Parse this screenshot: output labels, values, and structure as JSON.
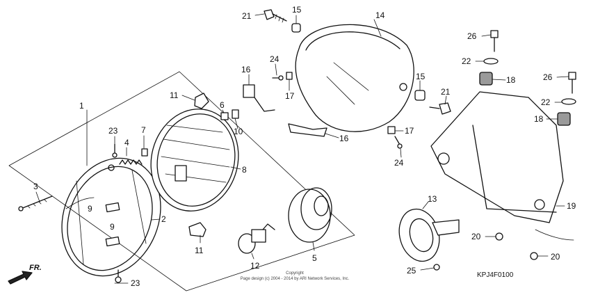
{
  "diagram": {
    "code": "KPJ4F0100",
    "copyright_line1": "Copyright",
    "copyright_line2": "Page design (c) 2004 - 2014 by ARI Network Services, Inc.",
    "front_arrow": "FR.",
    "callouts": [
      {
        "id": "c1",
        "text": "1"
      },
      {
        "id": "c2",
        "text": "2"
      },
      {
        "id": "c3",
        "text": "3"
      },
      {
        "id": "c4",
        "text": "4"
      },
      {
        "id": "c5",
        "text": "5"
      },
      {
        "id": "c6",
        "text": "6"
      },
      {
        "id": "c7",
        "text": "7"
      },
      {
        "id": "c8",
        "text": "8"
      },
      {
        "id": "c9a",
        "text": "9"
      },
      {
        "id": "c9b",
        "text": "9"
      },
      {
        "id": "c10",
        "text": "10"
      },
      {
        "id": "c11a",
        "text": "11"
      },
      {
        "id": "c11b",
        "text": "11"
      },
      {
        "id": "c12",
        "text": "12"
      },
      {
        "id": "c13",
        "text": "13"
      },
      {
        "id": "c14",
        "text": "14"
      },
      {
        "id": "c15a",
        "text": "15"
      },
      {
        "id": "c15b",
        "text": "15"
      },
      {
        "id": "c16a",
        "text": "16"
      },
      {
        "id": "c16b",
        "text": "16"
      },
      {
        "id": "c17a",
        "text": "17"
      },
      {
        "id": "c17b",
        "text": "17"
      },
      {
        "id": "c18a",
        "text": "18"
      },
      {
        "id": "c18b",
        "text": "18"
      },
      {
        "id": "c19",
        "text": "19"
      },
      {
        "id": "c20a",
        "text": "20"
      },
      {
        "id": "c20b",
        "text": "20"
      },
      {
        "id": "c21a",
        "text": "21"
      },
      {
        "id": "c21b",
        "text": "21"
      },
      {
        "id": "c22a",
        "text": "22"
      },
      {
        "id": "c22b",
        "text": "22"
      },
      {
        "id": "c23a",
        "text": "23"
      },
      {
        "id": "c23b",
        "text": "23"
      },
      {
        "id": "c24a",
        "text": "24"
      },
      {
        "id": "c24b",
        "text": "24"
      },
      {
        "id": "c25",
        "text": "25"
      },
      {
        "id": "c26a",
        "text": "26"
      },
      {
        "id": "c26b",
        "text": "26"
      }
    ]
  }
}
